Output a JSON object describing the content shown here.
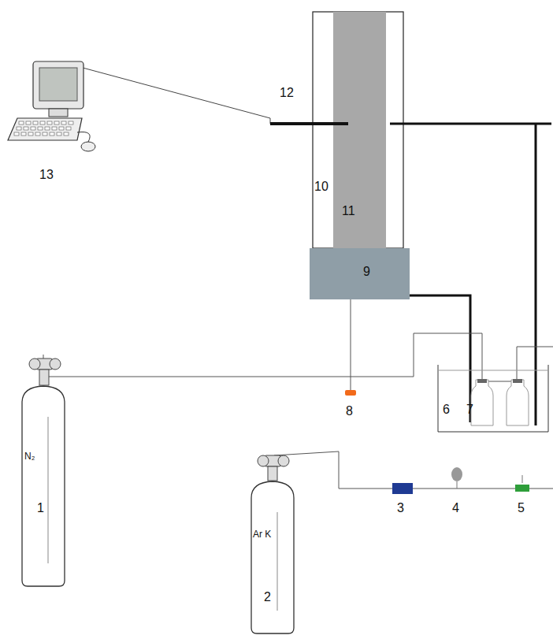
{
  "diagram": {
    "nodes": [
      {
        "text": [
          "N₂",
          "1"
        ]
      },
      {
        "text": [
          "9"
        ]
      },
      {
        "text": [
          "Ar K",
          "2"
        ]
      }
    ],
    "labels": [
      "12",
      "10",
      "11",
      "13",
      "8",
      "6",
      "7",
      "3",
      "4",
      "5"
    ]
  }
}
